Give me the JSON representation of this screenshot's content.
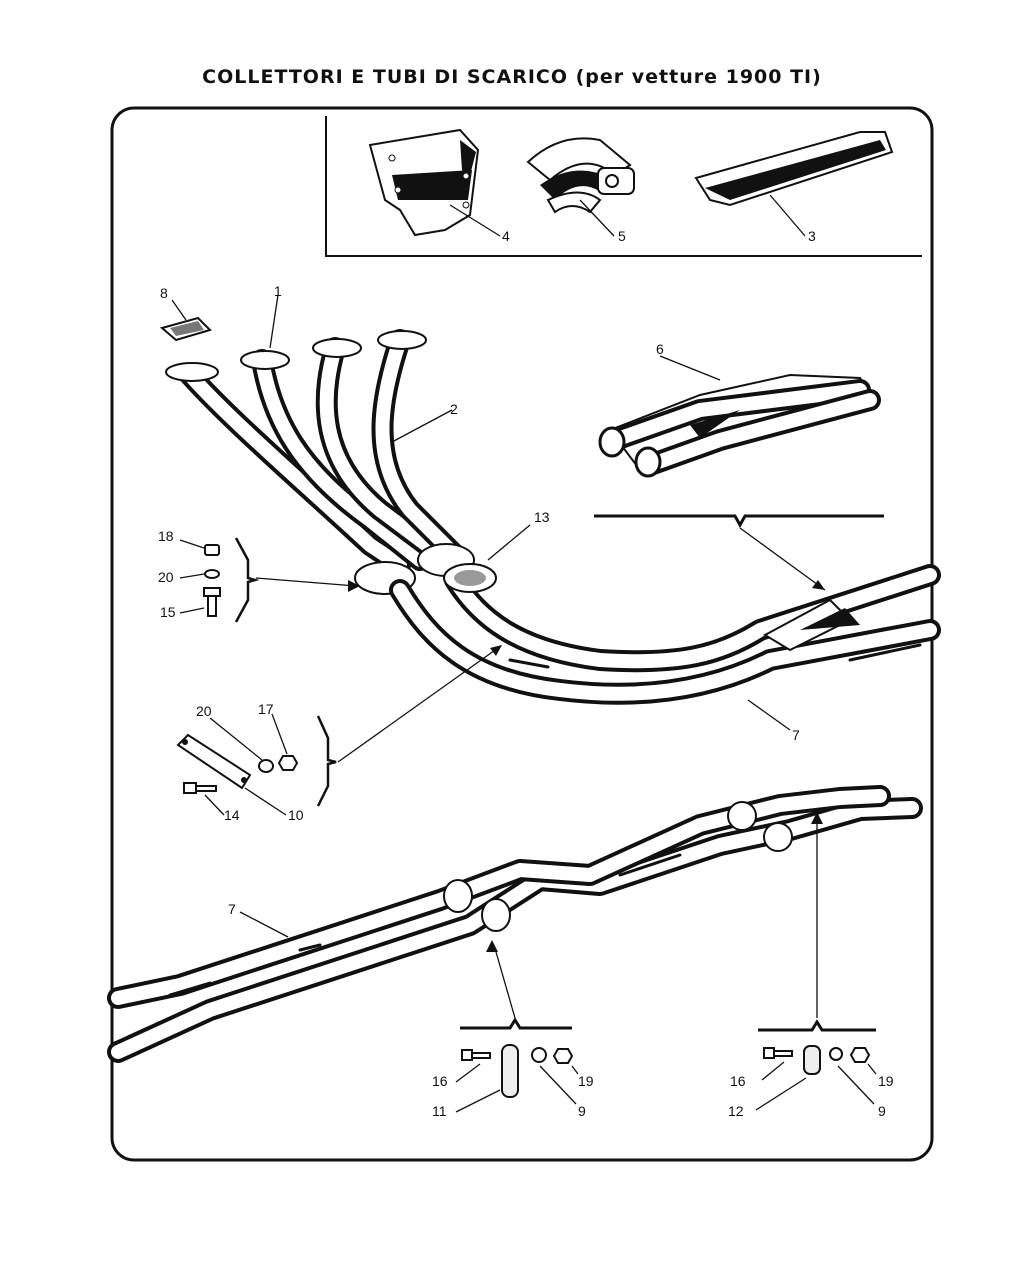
{
  "title": "COLLETTORI  E  TUBI  DI  SCARICO  (per  vetture  1900 TI)",
  "callouts": {
    "c1": "1",
    "c2": "2",
    "c3": "3",
    "c4": "4",
    "c5": "5",
    "c6": "6",
    "c7a": "7",
    "c7b": "7",
    "c8": "8",
    "c9a": "9",
    "c9b": "9",
    "c10": "10",
    "c11": "11",
    "c12": "12",
    "c13": "13",
    "c14": "14",
    "c15": "15",
    "c16a": "16",
    "c16b": "16",
    "c17": "17",
    "c18": "18",
    "c19a": "19",
    "c19b": "19",
    "c20a": "20",
    "c20b": "20"
  }
}
